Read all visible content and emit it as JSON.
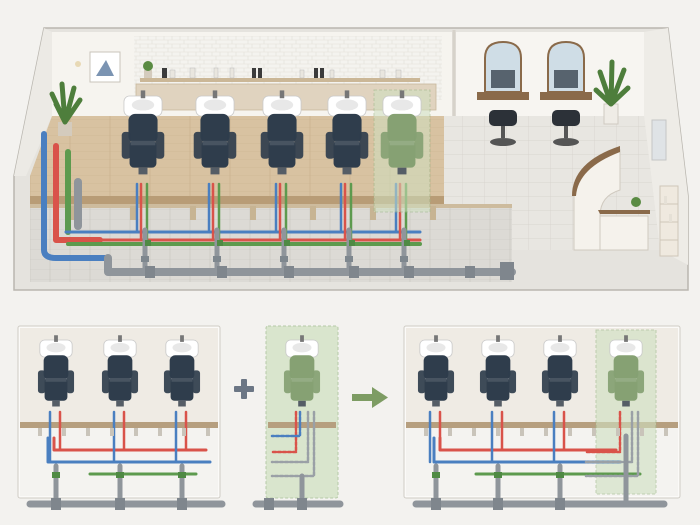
{
  "colors": {
    "background": "#f3f2ef",
    "wall": "#f6f4ef",
    "floor_wood": "#d9c4a4",
    "floor_tile": "#e9e7e2",
    "chair_dark": "#2f3d4c",
    "chair_added": "#86a173",
    "sink": "#ffffff",
    "pipe_cold": "#4a7fc0",
    "pipe_hot": "#d9534a",
    "pipe_green": "#5d9a4e",
    "pipe_drain": "#8f959b",
    "highlight_fill": "#cfe0c0",
    "arrow": "#7d9c63",
    "plus": "#6b7684"
  },
  "scene": {
    "existing_wash_stations": 4,
    "added_wash_stations": 1,
    "styling_stations": 2
  },
  "panels": {
    "before_stations": 3,
    "module_stations": 1,
    "after_stations": 4
  },
  "operators": {
    "plus_icon": "plus-icon",
    "arrow_icon": "arrow-right-icon"
  }
}
